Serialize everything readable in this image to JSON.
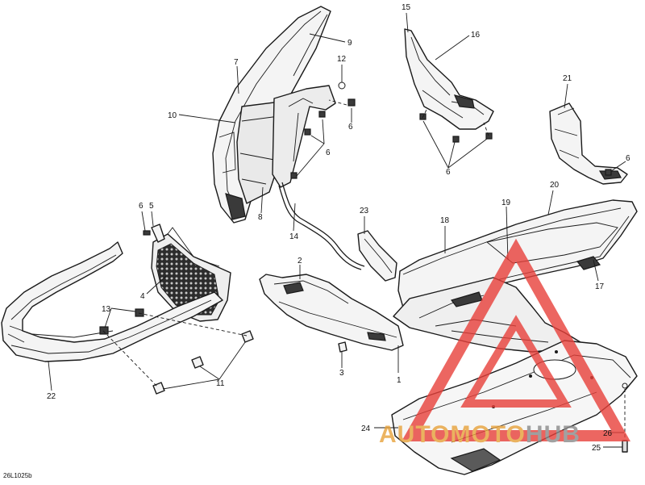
{
  "diagram": {
    "code": "26L1025b",
    "callouts": [
      {
        "id": "c1",
        "label": "1"
      },
      {
        "id": "c2",
        "label": "2"
      },
      {
        "id": "c3",
        "label": "3"
      },
      {
        "id": "c4",
        "label": "4"
      },
      {
        "id": "c5",
        "label": "5"
      },
      {
        "id": "c6a",
        "label": "6"
      },
      {
        "id": "c6b",
        "label": "6"
      },
      {
        "id": "c6c",
        "label": "6"
      },
      {
        "id": "c6d",
        "label": "6"
      },
      {
        "id": "c6e",
        "label": "6"
      },
      {
        "id": "c7",
        "label": "7"
      },
      {
        "id": "c8",
        "label": "8"
      },
      {
        "id": "c9",
        "label": "9"
      },
      {
        "id": "c10",
        "label": "10"
      },
      {
        "id": "c11",
        "label": "11"
      },
      {
        "id": "c12",
        "label": "12"
      },
      {
        "id": "c13",
        "label": "13"
      },
      {
        "id": "c14",
        "label": "14"
      },
      {
        "id": "c15",
        "label": "15"
      },
      {
        "id": "c16",
        "label": "16"
      },
      {
        "id": "c17",
        "label": "17"
      },
      {
        "id": "c18",
        "label": "18"
      },
      {
        "id": "c19",
        "label": "19"
      },
      {
        "id": "c20",
        "label": "20"
      },
      {
        "id": "c21",
        "label": "21"
      },
      {
        "id": "c22",
        "label": "22"
      },
      {
        "id": "c23",
        "label": "23"
      },
      {
        "id": "c24",
        "label": "24"
      },
      {
        "id": "c25",
        "label": "25"
      },
      {
        "id": "c26",
        "label": "26"
      }
    ]
  },
  "watermark": {
    "text_main": "AUTOMOTO",
    "text_end": "HUB",
    "color_main": "#e8a23a",
    "color_end": "#8a8a8a",
    "triangle_color": "#e8403a"
  }
}
